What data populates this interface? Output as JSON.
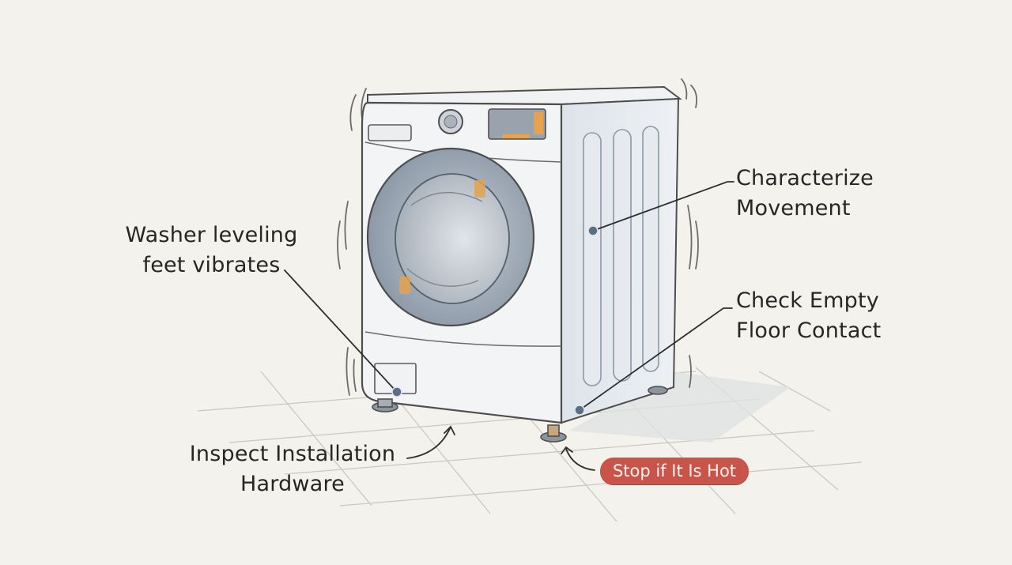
{
  "callouts": {
    "characterize": {
      "line1": "Characterize",
      "line2": "Movement"
    },
    "check_floor": {
      "line1": "Check Empty",
      "line2": "Floor Contact"
    },
    "washer_feet": {
      "line1": "Washer leveling",
      "line2": "feet vibrates"
    },
    "inspect": {
      "line1": "Inspect Installation",
      "line2": "Hardware"
    }
  },
  "warning_badge": {
    "text": "Stop if It Is Hot"
  },
  "icons": [
    "washing-machine-illustration",
    "callout-dot",
    "curved-arrow"
  ],
  "colors": {
    "background": "#f4f2ec",
    "warning_badge": "#c9544a",
    "callout_dot": "#5a6f86",
    "ink": "#262626"
  }
}
